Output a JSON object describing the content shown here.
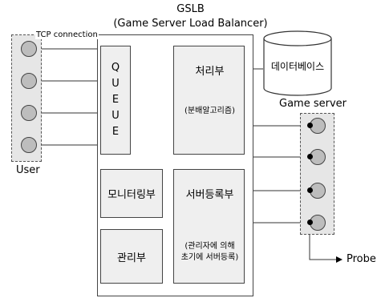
{
  "gslb": {
    "title": "GSLB",
    "subtitle": "(Game Server Load Balancer)"
  },
  "labels": {
    "tcp_connection": "TCP connection",
    "user": "User",
    "game_server": "Game server",
    "probe": "Probe"
  },
  "queue": {
    "letters": [
      "Q",
      "U",
      "E",
      "U",
      "E"
    ]
  },
  "processing": {
    "title": "처리부",
    "note": "(분배알고리즘)"
  },
  "database": {
    "label": "데이터베이스"
  },
  "monitoring": {
    "label": "모니터링부"
  },
  "management": {
    "label": "관리부"
  },
  "server_registration": {
    "title": "서버등록부",
    "note_line1": "(관리자에 의해",
    "note_line2": "초기에 서버등록)"
  },
  "colors": {
    "node_fill": "#bdbdbd",
    "box_fill": "#efefef",
    "group_fill": "#e6e6e6"
  }
}
